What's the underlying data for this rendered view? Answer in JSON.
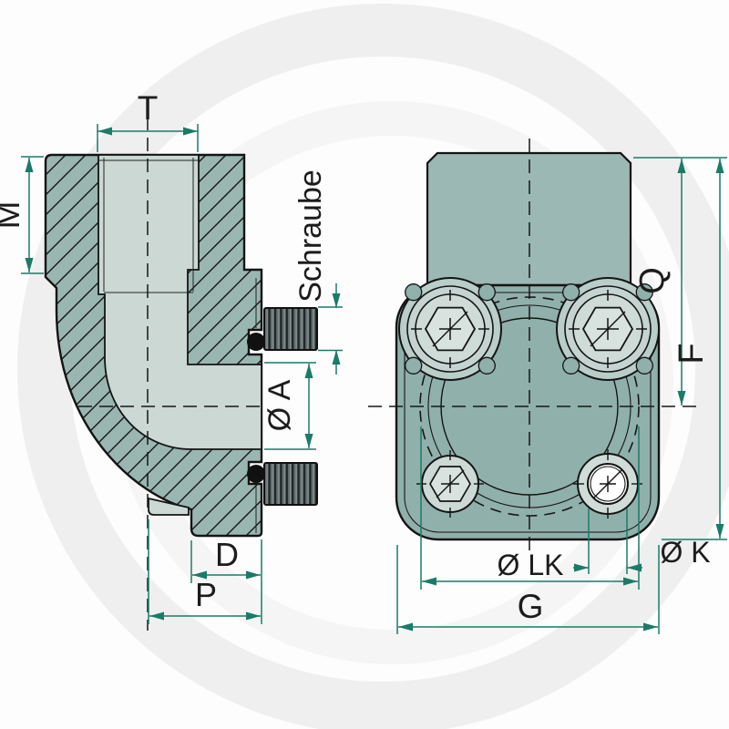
{
  "drawing": {
    "type": "technical-drawing",
    "subject": "90° elbow flange fitting, section view and flange face view"
  },
  "labels": {
    "left_view": {
      "top_thread_width": "T",
      "thread_length": "M",
      "screw": "Schraube",
      "port_diameter": "Ø A",
      "flange_depth": "D",
      "total_depth": "P"
    },
    "right_view": {
      "center_height": "Q",
      "total_height": "F",
      "bolt_circle_diameter": "Ø LK",
      "hole_diameter": "Ø K",
      "flange_width": "G"
    }
  },
  "colors": {
    "dimension_lines": "#1a7b68",
    "outline": "#141414",
    "section_fill": "#9ab6b1",
    "bore_fill": "#cbd8d4",
    "flange_fill": "#90b0ab",
    "boss_fill": "#9cb8b4",
    "thread_dark": "#20282a",
    "background": "#fdfdfd",
    "watermark": "#efefef"
  }
}
